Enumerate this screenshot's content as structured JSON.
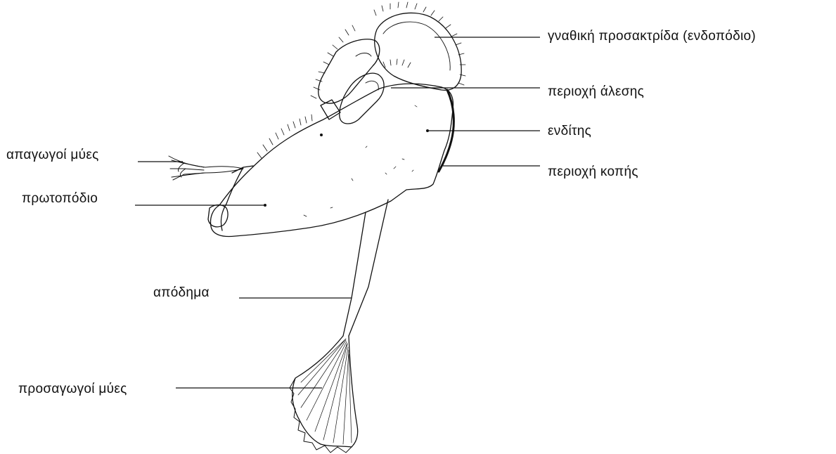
{
  "labels": {
    "gnathic_lobe": "γναθική προσακτρίδα (ενδοπόδιο)",
    "grinding_area": "περιοχή άλεσης",
    "endite": "ενδίτης",
    "cutting_area": "περιοχή κοπής",
    "abductor_muscles": "απαγωγοί μύες",
    "protopodite": "πρωτοπόδιο",
    "apodeme": "απόδημα",
    "adductor_muscles": "προσαγωγοί μύες"
  },
  "colors": {
    "ink": "#111111",
    "background": "#ffffff"
  }
}
